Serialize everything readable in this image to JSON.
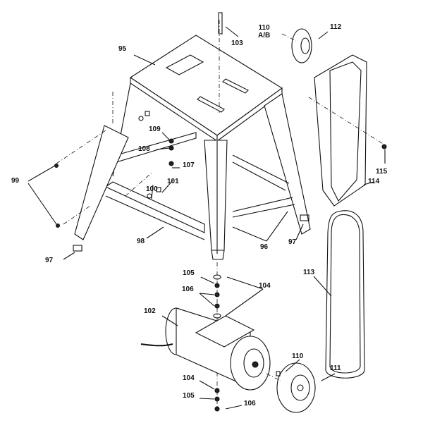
{
  "diagram": {
    "type": "exploded parts diagram",
    "callouts": {
      "p95": "95",
      "p96": "96",
      "p97a": "97",
      "p97b": "97",
      "p98": "98",
      "p99": "99",
      "p100": "100",
      "p101": "101",
      "p102": "102",
      "p103": "103",
      "p104a": "104",
      "p104b": "104",
      "p105a": "105",
      "p105b": "105",
      "p106a": "106",
      "p106b": "106",
      "p107": "107",
      "p108": "108",
      "p109": "109",
      "p110a": "110",
      "p110a_sub": "A/B",
      "p110b": "110",
      "p111": "111",
      "p112": "112",
      "p113": "113",
      "p114": "114",
      "p115": "115"
    }
  }
}
